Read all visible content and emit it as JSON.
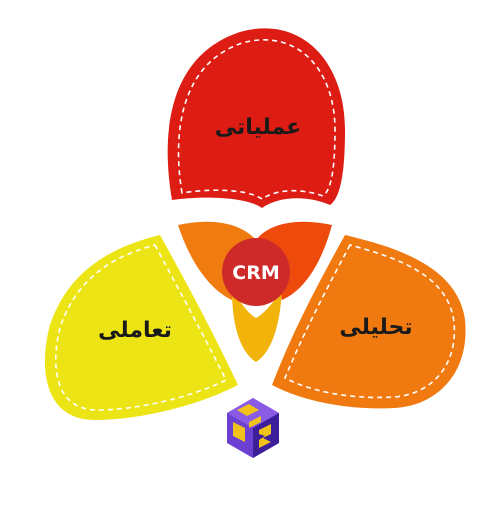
{
  "diagram": {
    "center": {
      "label": "CRM",
      "color": "#cf2a2a"
    },
    "petals": [
      {
        "id": "operational",
        "label": "عملیاتی",
        "color": "#dd1c14"
      },
      {
        "id": "collaborative",
        "label": "تعاملی",
        "color": "#ede415"
      },
      {
        "id": "analytical",
        "label": "تحلیلی",
        "color": "#f07a10"
      }
    ],
    "overlaps": {
      "left": "#f07c10",
      "right": "#ee4a0c",
      "bottom": "#f2b40b"
    },
    "logo": {
      "icon": "hexagon-cube-logo-icon",
      "colors": [
        "#f0c21a",
        "#6b3fd0",
        "#3d1f9a"
      ]
    }
  }
}
